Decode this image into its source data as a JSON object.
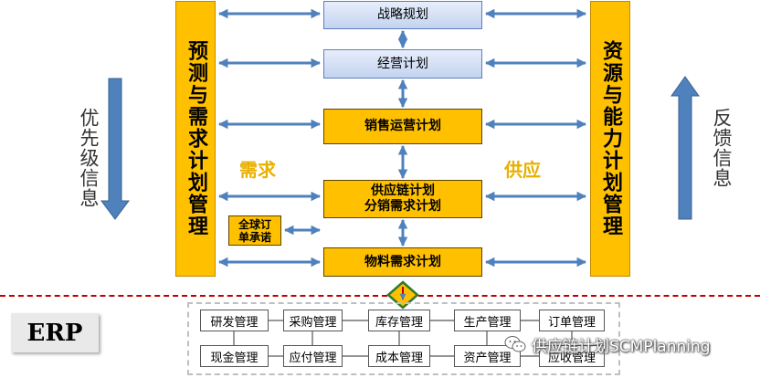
{
  "left_column": "预测与需求计划管理",
  "right_column": "资源与能力计划管理",
  "left_side_label": "优先级信息",
  "right_side_label": "反馈信息",
  "demand_label": "需求",
  "supply_label": "供应",
  "center_boxes": {
    "strategy": "战略规划",
    "business": "经营计划",
    "sop": "销售运营计划",
    "supply_chain_line1": "供应链计划",
    "supply_chain_line2": "分销需求计划",
    "mrp": "物料需求计划"
  },
  "global_order_line1": "全球订",
  "global_order_line2": "单承诺",
  "erp_label": "ERP",
  "modules": {
    "row1": [
      "研发管理",
      "采购管理",
      "库存管理",
      "生产管理",
      "订单管理"
    ],
    "row2": [
      "现金管理",
      "应付管理",
      "成本管理",
      "资产管理",
      "应收管理"
    ]
  },
  "watermark": "供应链计划SCMPlanning",
  "colors": {
    "gold": "#FFC000",
    "arrow_blue": "#4F81BD",
    "dash_red": "#C00000"
  }
}
